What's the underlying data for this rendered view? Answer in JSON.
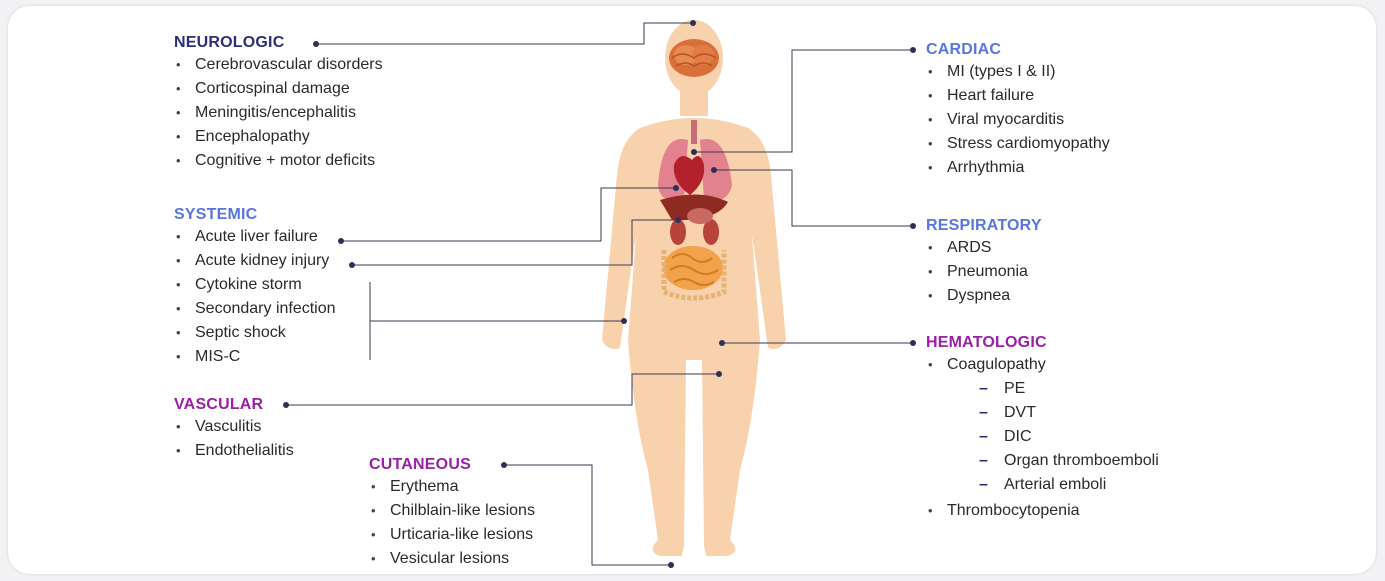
{
  "neurologic": {
    "title": "NEUROLOGIC",
    "items": [
      "Cerebrovascular disorders",
      "Corticospinal damage",
      "Meningitis/encephalitis",
      "Encephalopathy",
      "Cognitive + motor deficits"
    ]
  },
  "systemic": {
    "title": "SYSTEMIC",
    "items": [
      "Acute liver failure",
      "Acute kidney injury",
      "Cytokine storm",
      "Secondary infection",
      "Septic shock",
      "MIS-C"
    ]
  },
  "vascular": {
    "title": "VASCULAR",
    "items": [
      "Vasculitis",
      "Endothelialitis"
    ]
  },
  "cutaneous": {
    "title": "CUTANEOUS",
    "items": [
      "Erythema",
      "Chilblain-like lesions",
      "Urticaria-like lesions",
      "Vesicular lesions"
    ]
  },
  "cardiac": {
    "title": "CARDIAC",
    "items": [
      "MI (types I & II)",
      "Heart failure",
      "Viral myocarditis",
      "Stress cardiomyopathy",
      "Arrhythmia"
    ]
  },
  "respiratory": {
    "title": "RESPIRATORY",
    "items": [
      "ARDS",
      "Pneumonia",
      "Dyspnea"
    ]
  },
  "hematologic": {
    "title": "HEMATOLOGIC",
    "coagulopathy": "Coagulopathy",
    "subitems": [
      "PE",
      "DVT",
      "DIC",
      "Organ thromboemboli",
      "Arterial emboli"
    ],
    "last_item": "Thrombocytopenia"
  },
  "colors": {
    "navy": "#2b2f75",
    "blue": "#5b74df",
    "purple": "#9a1fa6",
    "skin": "#f8d2ad",
    "connector": "#3a3a52"
  },
  "icons": [
    "human-body-figure",
    "brain-icon",
    "heart-icon",
    "lungs-icon",
    "liver-icon",
    "kidney-icon",
    "intestine-icon"
  ]
}
